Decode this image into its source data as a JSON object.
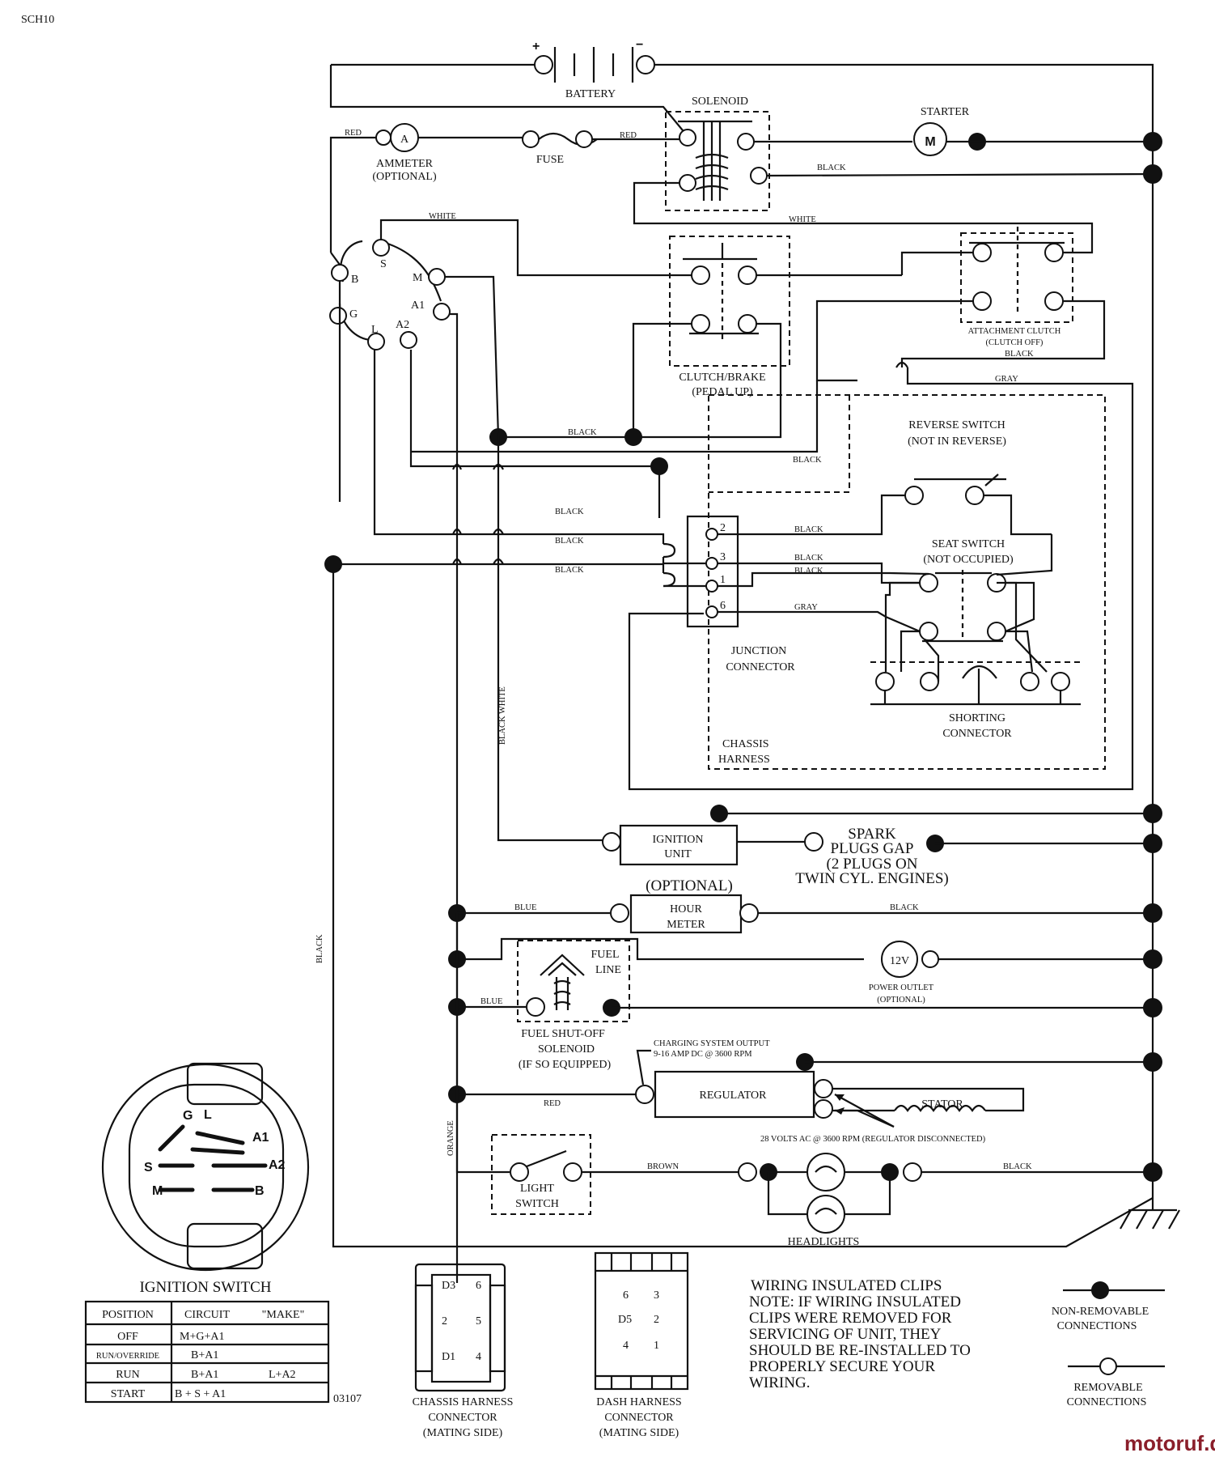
{
  "doc_code": "SCH10",
  "drawing_number": "03107",
  "watermark": "motoruf.de",
  "battery": {
    "label": "BATTERY",
    "plus": "+",
    "minus": "−"
  },
  "solenoid_label": "SOLENOID",
  "starter": {
    "label": "STARTER",
    "symbol": "M"
  },
  "ammeter": {
    "label": "AMMETER",
    "note": "(OPTIONAL)",
    "symbol": "A"
  },
  "fuse_label": "FUSE",
  "ignition_terminals": {
    "B": "B",
    "S": "S",
    "M": "M",
    "A1": "A1",
    "A2": "A2",
    "L": "L",
    "G": "G"
  },
  "clutch_brake": {
    "line1": "CLUTCH/BRAKE",
    "line2": "(PEDAL UP)"
  },
  "attachment_clutch": {
    "line1": "ATTACHMENT CLUTCH",
    "line2": "(CLUTCH OFF)"
  },
  "reverse_switch": {
    "line1": "REVERSE SWITCH",
    "line2": "(NOT IN REVERSE)"
  },
  "seat_switch": {
    "line1": "SEAT SWITCH",
    "line2": "(NOT OCCUPIED)"
  },
  "junction_connector": {
    "line1": "JUNCTION",
    "line2": "CONNECTOR",
    "pins": [
      "2",
      "3",
      "1",
      "6"
    ]
  },
  "shorting_connector": {
    "line1": "SHORTING",
    "line2": "CONNECTOR"
  },
  "chassis_harness": {
    "line1": "CHASSIS",
    "line2": "HARNESS"
  },
  "ignition_unit": {
    "line1": "IGNITION",
    "line2": "UNIT"
  },
  "spark_plugs": {
    "line1": "SPARK",
    "line2": "PLUGS GAP",
    "line3": "(2 PLUGS ON",
    "line4": "TWIN CYL. ENGINES)"
  },
  "hour_meter": {
    "optional": "(OPTIONAL)",
    "line1": "HOUR",
    "line2": "METER"
  },
  "fuel_line": {
    "line1": "FUEL",
    "line2": "LINE"
  },
  "power_outlet": {
    "symbol": "12V",
    "line1": "POWER OUTLET",
    "line2": "(OPTIONAL)"
  },
  "fuel_solenoid": {
    "line1": "FUEL SHUT-OFF",
    "line2": "SOLENOID",
    "line3": "(IF SO EQUIPPED)"
  },
  "charging": {
    "line1": "CHARGING SYSTEM OUTPUT",
    "line2": "9-16 AMP DC @ 3600 RPM"
  },
  "regulator_label": "REGULATOR",
  "stator_label": "STATOR",
  "stator_note": "28 VOLTS AC @ 3600 RPM (REGULATOR DISCONNECTED)",
  "light_switch": {
    "line1": "LIGHT",
    "line2": "SWITCH"
  },
  "headlights_label": "HEADLIGHTS",
  "wires": {
    "red": "RED",
    "black": "BLACK",
    "white": "WHITE",
    "gray": "GRAY",
    "blue": "BLUE",
    "brown": "BROWN",
    "orange": "ORANGE",
    "black_white": "BLACK WHITE"
  },
  "ignition_switch": {
    "title": "IGNITION SWITCH",
    "face_letters": {
      "G": "G",
      "L": "L",
      "A1": "A1",
      "S": "S",
      "A2": "A2",
      "M": "M",
      "B": "B"
    },
    "table": {
      "headers": [
        "POSITION",
        "CIRCUIT",
        "\"MAKE\""
      ],
      "rows": [
        {
          "position": "OFF",
          "circuit": "M+G+A1",
          "extra": ""
        },
        {
          "position": "RUN/OVERRIDE",
          "circuit": "B+A1",
          "extra": ""
        },
        {
          "position": "RUN",
          "circuit": "B+A1",
          "extra": "L+A2"
        },
        {
          "position": "START",
          "circuit": "B + S + A1",
          "extra": ""
        }
      ]
    }
  },
  "chassis_harness_connector": {
    "line1": "CHASSIS HARNESS",
    "line2": "CONNECTOR",
    "line3": "(MATING SIDE)",
    "pins": [
      "D3",
      "6",
      "2",
      "5",
      "D1",
      "4"
    ]
  },
  "dash_harness_connector": {
    "line1": "DASH HARNESS",
    "line2": "CONNECTOR",
    "line3": "(MATING SIDE)",
    "pins": [
      "6",
      "3",
      "D5",
      "2",
      "4",
      "1"
    ]
  },
  "note": {
    "title": "WIRING INSULATED CLIPS",
    "lines": [
      "NOTE: IF WIRING INSULATED",
      "CLIPS WERE REMOVED FOR",
      "SERVICING OF UNIT, THEY",
      "SHOULD BE RE-INSTALLED TO",
      "PROPERLY SECURE YOUR",
      " WIRING."
    ]
  },
  "legend": {
    "non_removable": {
      "line1": "NON-REMOVABLE",
      "line2": "CONNECTIONS"
    },
    "removable": {
      "line1": "REMOVABLE",
      "line2": "CONNECTIONS"
    }
  }
}
